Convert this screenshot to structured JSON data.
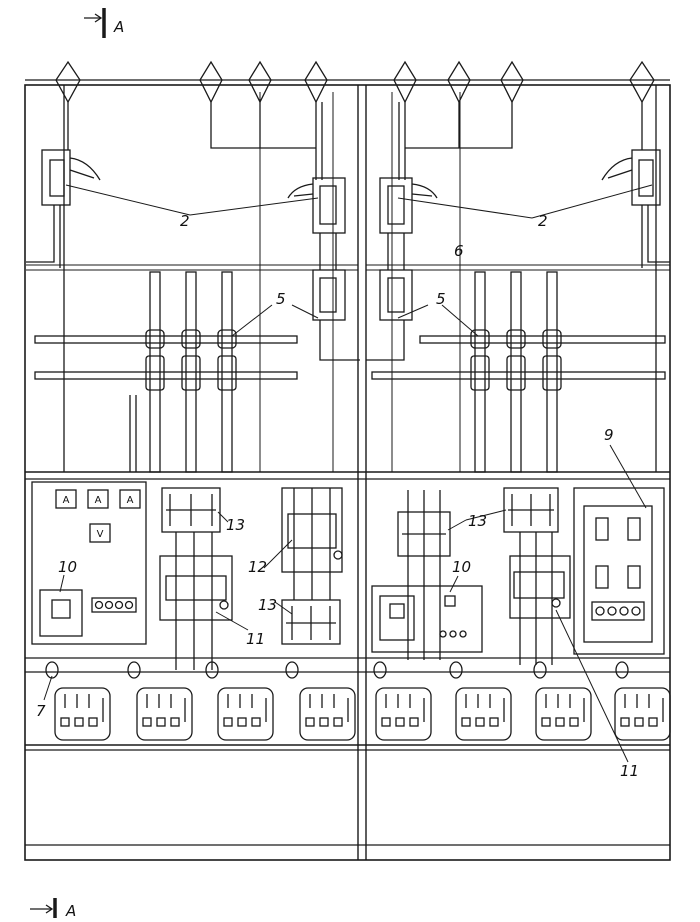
{
  "section_mark": "A",
  "callouts": {
    "c2_left": "2",
    "c2_right": "2",
    "c5_left": "5",
    "c5_right": "5",
    "c6": "6",
    "c7": "7",
    "c9": "9",
    "c10_left": "10",
    "c10_right": "10",
    "c11_left": "11",
    "c11_right": "11",
    "c12": "12",
    "c13_left_top": "13",
    "c13_left_bottom": "13",
    "c13_right": "13"
  },
  "meters": [
    "A",
    "A",
    "A",
    "V"
  ]
}
